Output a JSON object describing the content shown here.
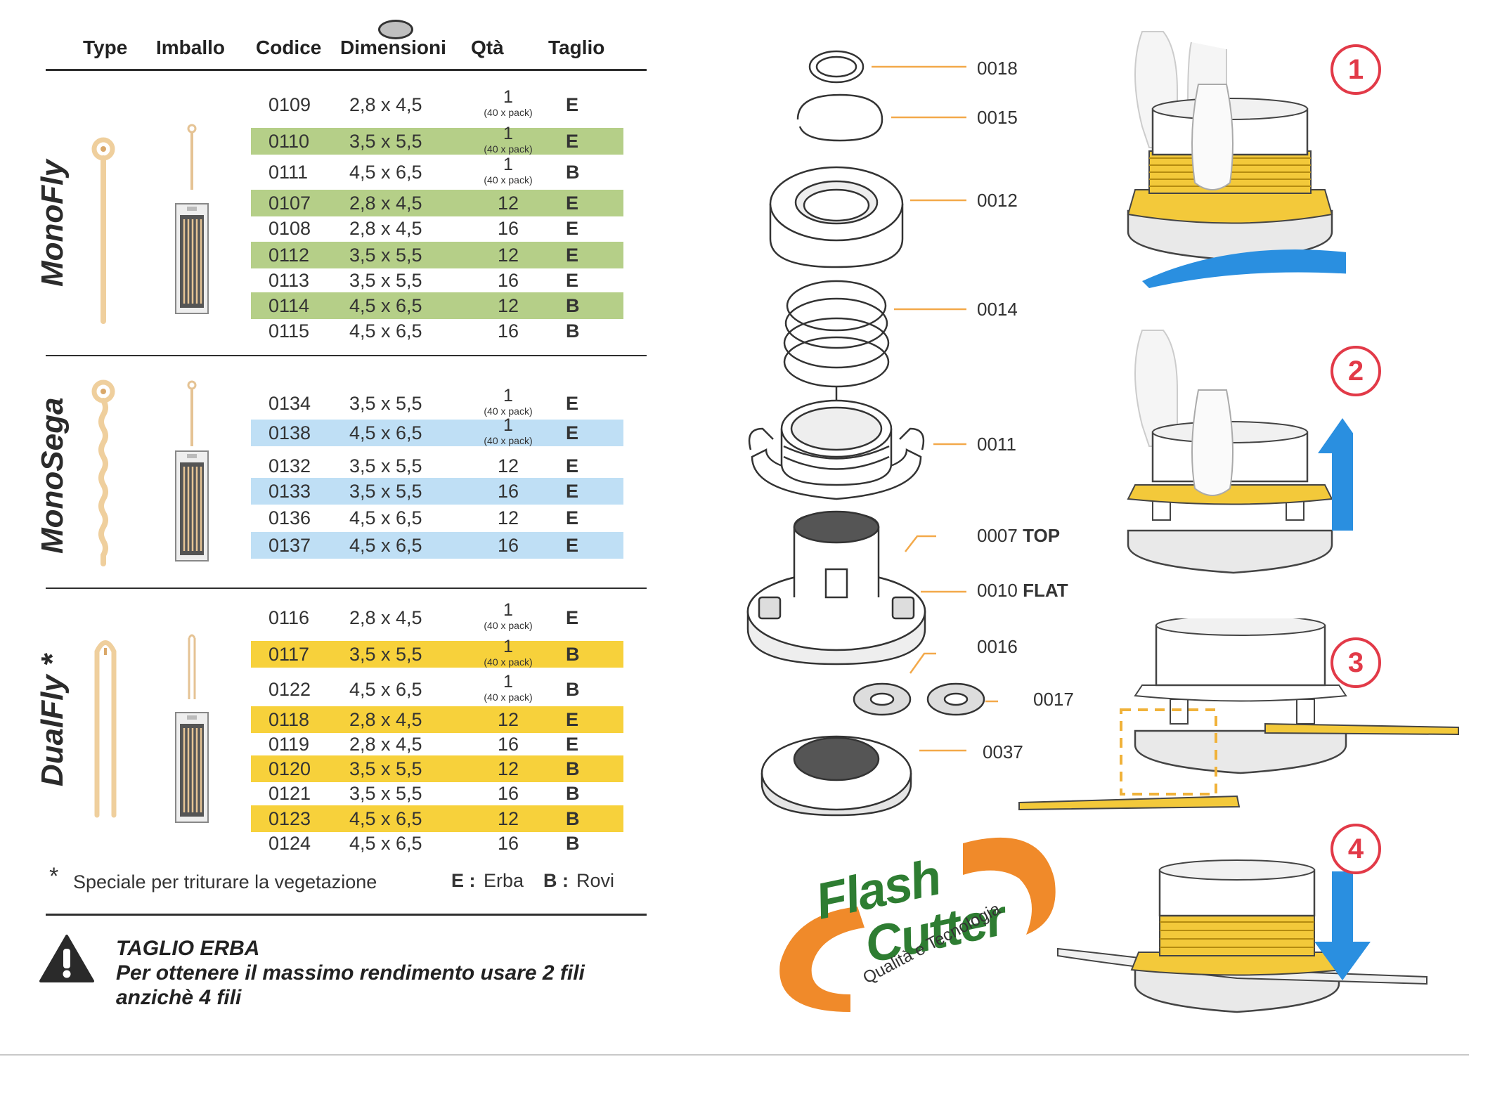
{
  "header": {
    "type": "Type",
    "imballo": "Imballo",
    "codice": "Codice",
    "dimensioni": "Dimensioni",
    "qta": "Qtà",
    "taglio": "Taglio"
  },
  "sections": {
    "monofly": "MonoFly",
    "monosega": "MonoSega",
    "dualfly": "DualFly *"
  },
  "rows": [
    {
      "code": "0109",
      "dim": "2,8 x 4,5",
      "qty": "1",
      "pack": "(40 x pack)",
      "cut": "E"
    },
    {
      "code": "0110",
      "dim": "3,5 x 5,5",
      "qty": "1",
      "pack": "(40 x pack)",
      "cut": "E"
    },
    {
      "code": "0111",
      "dim": "4,5 x 6,5",
      "qty": "1",
      "pack": "(40 x pack)",
      "cut": "B"
    },
    {
      "code": "0107",
      "dim": "2,8 x 4,5",
      "qty": "12",
      "pack": "",
      "cut": "E"
    },
    {
      "code": "0108",
      "dim": "2,8 x 4,5",
      "qty": "16",
      "pack": "",
      "cut": "E"
    },
    {
      "code": "0112",
      "dim": "3,5 x 5,5",
      "qty": "12",
      "pack": "",
      "cut": "E"
    },
    {
      "code": "0113",
      "dim": "3,5 x 5,5",
      "qty": "16",
      "pack": "",
      "cut": "E"
    },
    {
      "code": "0114",
      "dim": "4,5 x 6,5",
      "qty": "12",
      "pack": "",
      "cut": "B"
    },
    {
      "code": "0115",
      "dim": "4,5 x 6,5",
      "qty": "16",
      "pack": "",
      "cut": "B"
    },
    {
      "code": "0134",
      "dim": "3,5 x 5,5",
      "qty": "1",
      "pack": "(40 x pack)",
      "cut": "E"
    },
    {
      "code": "0138",
      "dim": "4,5 x 6,5",
      "qty": "1",
      "pack": "(40 x pack)",
      "cut": "E"
    },
    {
      "code": "0132",
      "dim": "3,5 x 5,5",
      "qty": "12",
      "pack": "",
      "cut": "E"
    },
    {
      "code": "0133",
      "dim": "3,5 x 5,5",
      "qty": "16",
      "pack": "",
      "cut": "E"
    },
    {
      "code": "0136",
      "dim": "4,5 x 6,5",
      "qty": "12",
      "pack": "",
      "cut": "E"
    },
    {
      "code": "0137",
      "dim": "4,5 x 6,5",
      "qty": "16",
      "pack": "",
      "cut": "E"
    },
    {
      "code": "0116",
      "dim": "2,8 x 4,5",
      "qty": "1",
      "pack": "(40 x pack)",
      "cut": "E"
    },
    {
      "code": "0117",
      "dim": "3,5 x 5,5",
      "qty": "1",
      "pack": "(40 x pack)",
      "cut": "B"
    },
    {
      "code": "0122",
      "dim": "4,5 x 6,5",
      "qty": "1",
      "pack": "(40 x pack)",
      "cut": "B"
    },
    {
      "code": "0118",
      "dim": "2,8 x 4,5",
      "qty": "12",
      "pack": "",
      "cut": "E"
    },
    {
      "code": "0119",
      "dim": "2,8 x 4,5",
      "qty": "16",
      "pack": "",
      "cut": "E"
    },
    {
      "code": "0120",
      "dim": "3,5 x 5,5",
      "qty": "12",
      "pack": "",
      "cut": "B"
    },
    {
      "code": "0121",
      "dim": "3,5 x 5,5",
      "qty": "16",
      "pack": "",
      "cut": "B"
    },
    {
      "code": "0123",
      "dim": "4,5 x 6,5",
      "qty": "12",
      "pack": "",
      "cut": "B"
    },
    {
      "code": "0124",
      "dim": "4,5 x 6,5",
      "qty": "16",
      "pack": "",
      "cut": "B"
    }
  ],
  "footnote": {
    "star": "*",
    "text": "Speciale per triturare la vegetazione",
    "e_key": "E :",
    "e_val": "Erba",
    "b_key": "B :",
    "b_val": "Rovi"
  },
  "warning": {
    "title": "TAGLIO ERBA",
    "text": "Per ottenere il massimo rendimento usare 2 fili anzichè 4 fili"
  },
  "parts": {
    "p0018": "0018",
    "p0015": "0015",
    "p0012": "0012",
    "p0014": "0014",
    "p0011": "0011",
    "p0007": "0007",
    "p0007_tag": "TOP",
    "p0010": "0010",
    "p0010_tag": "FLAT",
    "p0016": "0016",
    "p0017": "0017",
    "p0037": "0037"
  },
  "steps": [
    "1",
    "2",
    "3",
    "4"
  ],
  "logo": {
    "line1": "Flash",
    "line2": "Cutter",
    "tagline": "Qualità e Tecnologia",
    "orange": "#f08a2a",
    "green": "#2e7d32"
  },
  "colors": {
    "monofly_row": "#b5cf88",
    "monosega_row": "#bfdff5",
    "dualfly_row": "#f7d13b",
    "arrow_blue": "#2a8fe0",
    "step_red": "#e23a48",
    "spool_yellow": "#f3c93a"
  }
}
